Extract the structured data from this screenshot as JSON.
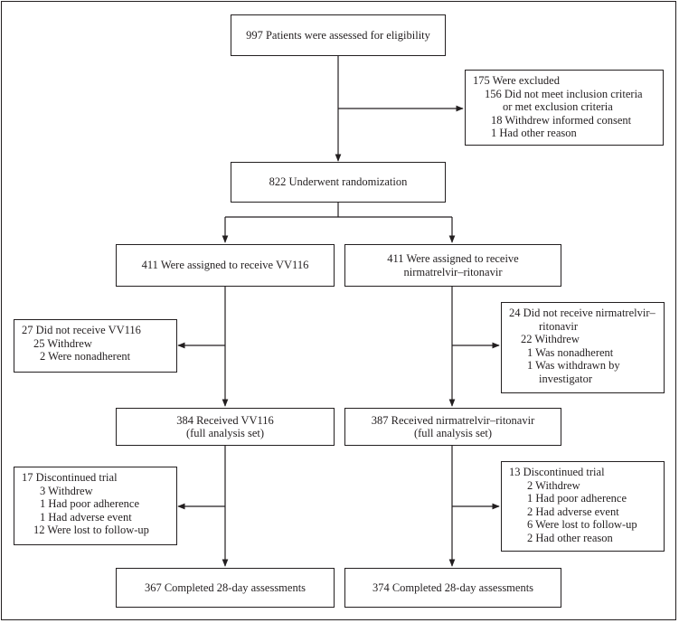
{
  "screening": {
    "text": "997 Patients were assessed for eligibility"
  },
  "excluded": {
    "title": "175 Were excluded",
    "items": [
      "156 Did not meet inclusion criteria",
      "or met exclusion criteria",
      "18 Withdrew informed consent",
      "1 Had other reason"
    ]
  },
  "randomization": {
    "text": "822 Underwent randomization"
  },
  "arm_vv116": {
    "assigned": "411 Were assigned to receive VV116",
    "not_received": {
      "title": "27 Did not receive VV116",
      "items": [
        "25 Withdrew",
        "2 Were nonadherent"
      ]
    },
    "received": [
      "384 Received VV116",
      "(full analysis set)"
    ],
    "discontinued": {
      "title": "17 Discontinued trial",
      "items": [
        "3 Withdrew",
        "1 Had poor adherence",
        "1 Had adverse event",
        "12 Were lost to follow-up"
      ]
    },
    "completed": "367 Completed 28-day assessments"
  },
  "arm_nirmatrelvir": {
    "assigned": [
      "411 Were assigned to receive",
      "nirmatrelvir–ritonavir"
    ],
    "not_received": {
      "title": "24 Did not receive nirmatrelvir–",
      "title_cont": "ritonavir",
      "items": [
        "22 Withdrew",
        "1 Was nonadherent",
        "1 Was withdrawn by",
        "investigator"
      ]
    },
    "received": [
      "387 Received nirmatrelvir–ritonavir",
      "(full analysis set)"
    ],
    "discontinued": {
      "title": "13 Discontinued trial",
      "items": [
        "2 Withdrew",
        "1 Had poor adherence",
        "2 Had adverse event",
        "6 Were lost to follow-up",
        "2 Had other reason"
      ]
    },
    "completed": "374 Completed 28-day assessments"
  }
}
